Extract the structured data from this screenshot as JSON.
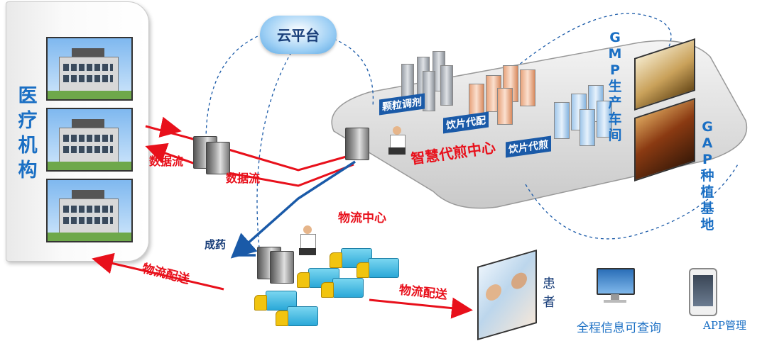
{
  "hospital": {
    "label": "医疗机构"
  },
  "cloud": {
    "label": "云平台"
  },
  "data_flow": {
    "label_1": "数据流",
    "label_2": "数据流"
  },
  "center": {
    "label": "智慧代煎中心"
  },
  "zones": {
    "granule": "颗粒调剂",
    "decoction_piece": "饮片代配",
    "decoction": "饮片代煎"
  },
  "gmp": {
    "label": "GMP生产车间",
    "chars": [
      "G",
      "M",
      "P",
      "生",
      "产",
      "车",
      "间"
    ]
  },
  "gap": {
    "label": "GAP种植基地",
    "chars": [
      "G",
      "A",
      "P",
      "种",
      "植",
      "基",
      "地"
    ]
  },
  "logistics": {
    "center_label": "物流中心",
    "delivery_left": "物流配送",
    "delivery_right": "物流配送",
    "medicine_label": "成药"
  },
  "patient": {
    "label": "患者",
    "chars": [
      "患",
      "者"
    ]
  },
  "info": {
    "query_label": "全程信息可查询",
    "app_label": "APP管理"
  },
  "colors": {
    "red_arrow": "#e8101b",
    "blue_arrow": "#1a5aa8",
    "label_blue": "#1a6fc4"
  }
}
